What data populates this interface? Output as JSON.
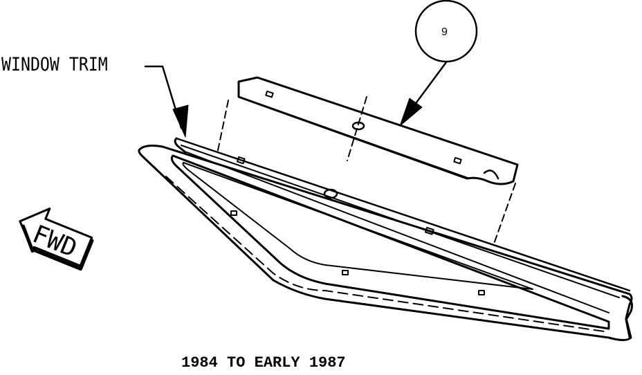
{
  "labels": {
    "window_trim": "WINDOW TRIM",
    "callout": "9",
    "fwd": "FWD",
    "caption": "1984 TO EARLY 1987"
  }
}
